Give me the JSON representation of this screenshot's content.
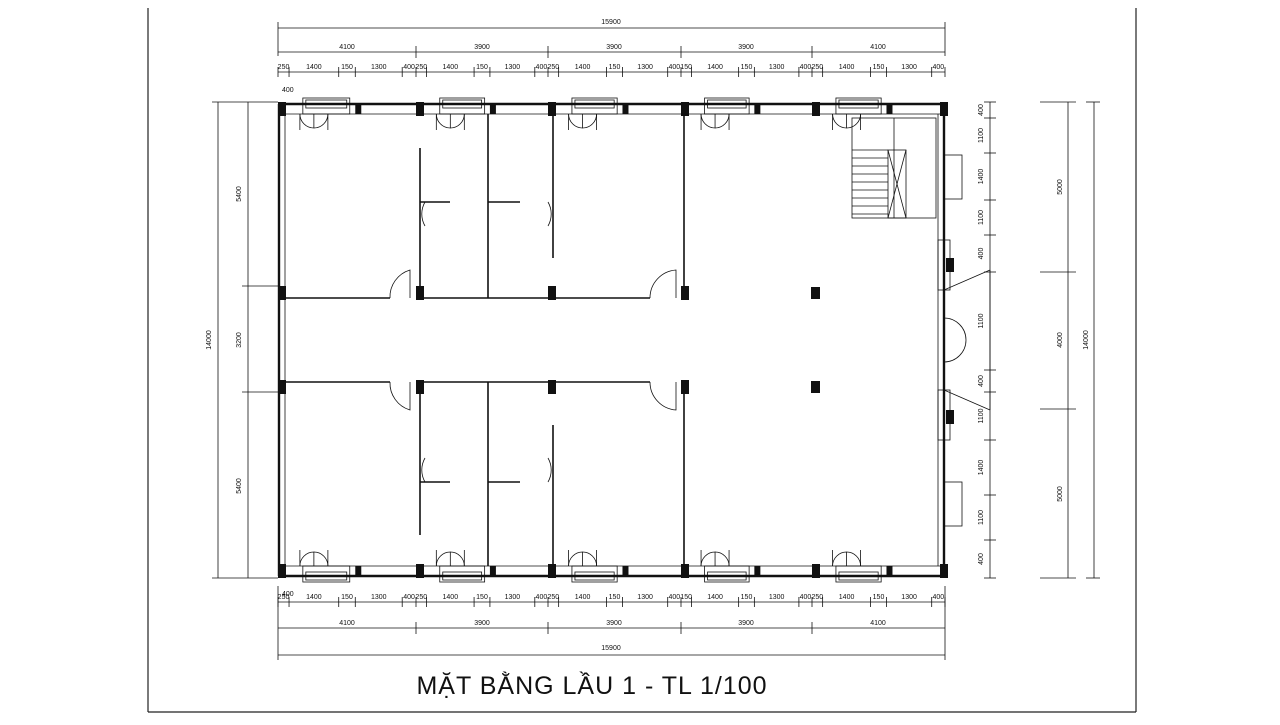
{
  "drawing": {
    "title": "MẶT BẰNG LẦU 1 - TL 1/100"
  },
  "dims_top": {
    "total": "15900",
    "bays": [
      "4100",
      "3900",
      "3900",
      "3900",
      "4100"
    ],
    "detail": [
      "250",
      "1400",
      "150",
      "1300",
      "400",
      "250",
      "1400",
      "150",
      "1300",
      "400",
      "250",
      "1400",
      "150",
      "1300",
      "400",
      "150",
      "1400",
      "150",
      "1300",
      "400",
      "250",
      "1400",
      "150",
      "1300",
      "400"
    ],
    "window": "400"
  },
  "dims_bottom": {
    "total": "15900",
    "bays": [
      "4100",
      "3900",
      "3900",
      "3900",
      "4100"
    ],
    "window": "400",
    "detail": [
      "250",
      "1400",
      "150",
      "1300",
      "400",
      "250",
      "1400",
      "150",
      "1300",
      "400",
      "250",
      "1400",
      "150",
      "1300",
      "400",
      "150",
      "1400",
      "150",
      "1300",
      "400",
      "250",
      "1400",
      "150",
      "1300",
      "400"
    ]
  },
  "dims_left": {
    "total": "14000",
    "parts": [
      "5400",
      "3200",
      "5400"
    ]
  },
  "dims_right": {
    "total": "14000",
    "parts": [
      "5000",
      "4000",
      "5000"
    ],
    "detail": [
      "400",
      "1100",
      "1400",
      "1100",
      "400",
      "1100",
      "400",
      "1100",
      "1400",
      "1100",
      "400"
    ]
  },
  "colors": {
    "line": "#111111",
    "background": "#ffffff"
  }
}
